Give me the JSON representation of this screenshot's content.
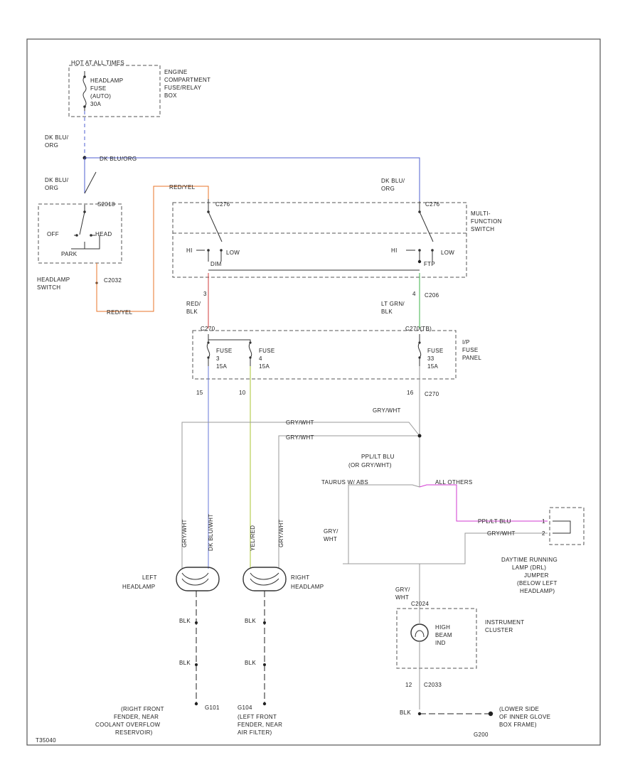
{
  "colors": {
    "dk_blu_org": "#4f5fd0",
    "red_yel": "#e8762a",
    "red_blk": "#d23b3b",
    "lt_grn_blk": "#3cb34a",
    "blue_wire": "#6677d8",
    "yel_wire": "#a8c432",
    "purple_wire": "#d23ad2",
    "gray_wire": "#999999",
    "black_wire": "#222222"
  },
  "labels": {
    "hot_at_all_times": "HOT AT ALL TIMES",
    "headlamp_fuse": [
      "HEADLAMP",
      "FUSE",
      "(AUTO)",
      "30A"
    ],
    "engine_box": [
      "ENGINE",
      "COMPARTMENT",
      "FUSE/RELAY",
      "BOX"
    ],
    "dk_blu_org_1": [
      "DK BLU/",
      "ORG"
    ],
    "dk_blu_org_2": [
      "DK BLU/",
      "ORG"
    ],
    "dk_blu_org_top": "DK BLU/ORG",
    "dk_blu_org_right": [
      "DK BLU/",
      "ORG"
    ],
    "sw_off": "OFF",
    "sw_head": "HEAD",
    "sw_park": "PARK",
    "c2018": "S2018",
    "headlamp_switch": [
      "HEADLAMP",
      "SWITCH"
    ],
    "c2032": "C2032",
    "red_yel_top": "RED/YEL",
    "red_yel_bottom": "RED/YEL",
    "c2276": "C276",
    "multi_function": [
      "MULTI-",
      "FUNCTION",
      "SWITCH"
    ],
    "hi_left": "HI",
    "low_left": "LOW",
    "hi_right": "HI",
    "low_right": "LOW",
    "dim": "DIM",
    "ftp": "FTP",
    "pin_3": "3",
    "red_blk": [
      "RED/",
      "BLK"
    ],
    "pin_4": "4",
    "c2206": "C206",
    "lt_grn_blk": [
      "LT GRN/",
      "BLK"
    ],
    "c270": "C270",
    "c270b": "C270(TB)",
    "fuse_3": [
      "FUSE",
      "3",
      "15A"
    ],
    "fuse_4": [
      "FUSE",
      "4",
      "15A"
    ],
    "fuse_33": [
      "FUSE",
      "33",
      "15A"
    ],
    "ip_fuse_panel": [
      "I/P",
      "FUSE",
      "PANEL"
    ],
    "pin_15a": "15",
    "pin_10": "10",
    "pin_16": "16",
    "c2215": "C270",
    "gry_wht_1": "GRY/WHT",
    "gry_wht_2": "GRY/WHT",
    "gry_wht_3": "GRY/WHT",
    "ppl_lt_blu": [
      "PPL/LT BLU",
      "(OR GRY/WHT)"
    ],
    "taurus": "TAURUS W/ ABS",
    "all_others": "ALL OTHERS",
    "ppl_lt_blu_2": "PPL/LT BLU",
    "gry_wht_4": "GRY/WHT",
    "pin_1": "1",
    "pin_2": "2",
    "gry_wht_5": [
      "GRY/",
      "WHT"
    ],
    "drl": [
      "DAYTIME RUNNING",
      "LAMP (DRL)",
      "JUMPER",
      "(BELOW LEFT",
      "HEADLAMP)"
    ],
    "v_gry_wht_l": "GRY/WHT",
    "v_dk_blu_l": "DK BLU/WHT",
    "v_yel_red": "YEL/RED",
    "v_gry_wht_r": "GRY/WHT",
    "left_headlamp": [
      "LEFT",
      "HEADLAMP"
    ],
    "right_headlamp": [
      "RIGHT",
      "HEADLAMP"
    ],
    "blk_1": "BLK",
    "blk_2": "BLK",
    "blk_3": "BLK",
    "blk_4": "BLK",
    "blk_5": "BLK",
    "gry_wht_6": [
      "GRY/",
      "WHT"
    ],
    "c2024": "C2024",
    "instrument_cluster": [
      "INSTRUMENT",
      "CLUSTER"
    ],
    "high_beam": [
      "HIGH",
      "BEAM",
      "IND"
    ],
    "c2033": "C2033",
    "pin_12": "12",
    "g101": "G101",
    "g104": "G104",
    "g200": "G200",
    "ground_right": [
      "(RIGHT FRONT",
      "FENDER, NEAR",
      "COOLANT OVERFLOW",
      "RESERVOIR)"
    ],
    "ground_left": [
      "(LEFT FRONT",
      "FENDER, NEAR",
      "AIR FILTER)"
    ],
    "ground_glove": [
      "(LOWER SIDE",
      "OF INNER GLOVE",
      "BOX FRAME)"
    ],
    "fig_id": "T35040"
  }
}
